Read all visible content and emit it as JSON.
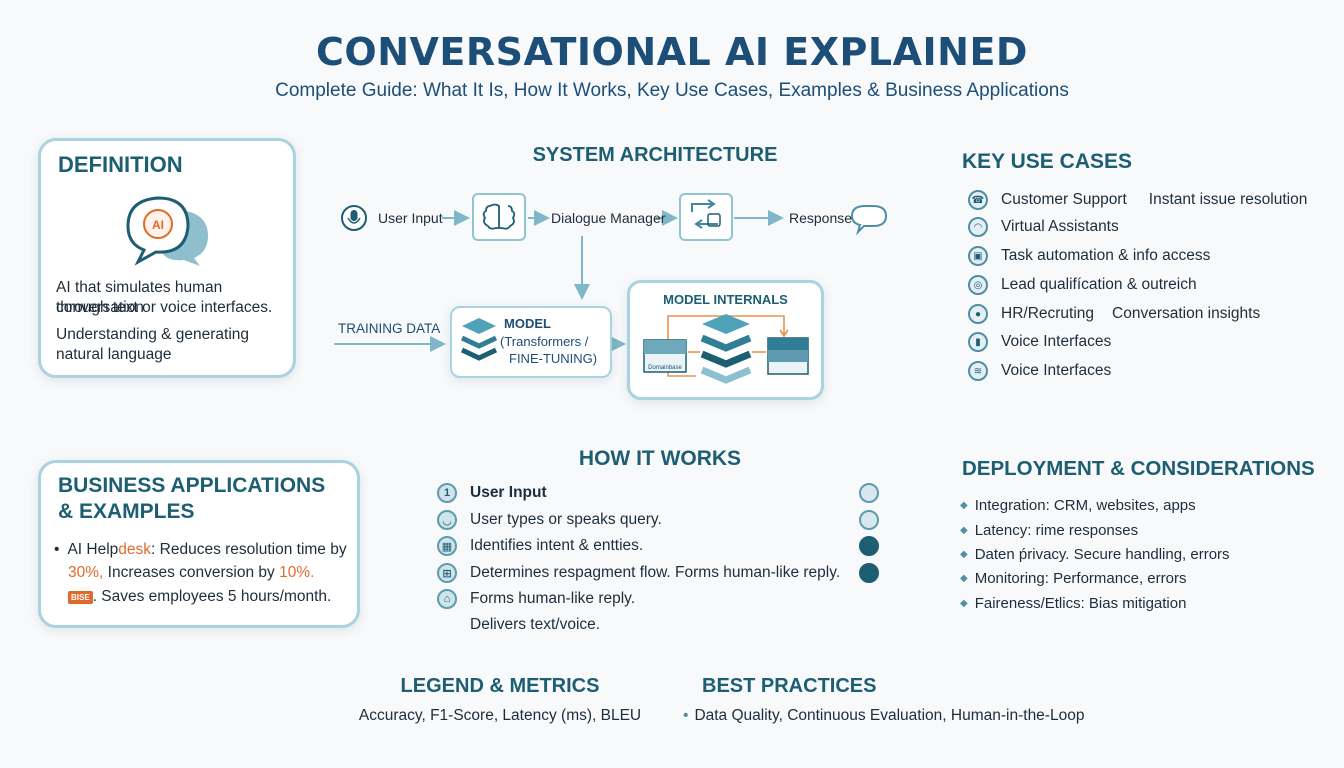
{
  "header": {
    "title": "CONVERSATIONAL AI EXPLAINED",
    "subtitle": "Complete Guide: What It Is, How It Works, Key Use Cases, Examples & Business Applications"
  },
  "definition": {
    "title": "DEFINITION",
    "icon_label": "AI",
    "line1": "AI that simulates human conversation",
    "line2": "through text or voice interfaces.",
    "line3": "Understanding & generating",
    "line4": "natural language"
  },
  "architecture": {
    "title": "SYSTEM ARCHITECTURE",
    "user_input": "User Input",
    "dialogue_manager": "Dialogue Manager",
    "response": "Response",
    "training_data": "TRAINING DATA",
    "model_line1": "MODEL",
    "model_line2": "(Transformers /",
    "model_line3": "FINE-TUNING)",
    "internals_title": "MODEL INTERNALS",
    "internals_box_label": "Domainbase"
  },
  "use_cases": {
    "title": "KEY USE CASES",
    "items": [
      {
        "label": "Customer Support",
        "sub": "Instant issue resolution",
        "icon": "headset-icon"
      },
      {
        "label": "Virtual Assistants",
        "sub": "",
        "icon": "headphones-icon"
      },
      {
        "label": "Task automation & info access",
        "sub": "",
        "icon": "task-icon"
      },
      {
        "label": "Lead qualifícation & outreich",
        "sub": "",
        "icon": "target-icon"
      },
      {
        "label": "HR/Recruting",
        "sub": "Conversation insights",
        "icon": "user-icon"
      },
      {
        "label": "Voice Interfaces",
        "sub": "",
        "icon": "bar-chart-icon"
      },
      {
        "label": "Voice Interfaces",
        "sub": "",
        "icon": "sound-wave-icon"
      }
    ]
  },
  "business": {
    "title_line1": "BUSINESS APPLICATIONS",
    "title_line2": "& EXAMPLES",
    "bullet": "•",
    "line1_pre": "AI Help",
    "line1_hl": "desk",
    "line1_post": ": Reduces resolution time by",
    "line2_hl1": "30%,",
    "line2_mid": " Increases conversion by ",
    "line2_hl2": "10%.",
    "badge": "BISE",
    "line3": ". Saves employees 5 hours/month."
  },
  "how_it_works": {
    "title": "HOW IT WORKS",
    "step1_num": "1",
    "items": [
      {
        "text": "User Input",
        "bold": true,
        "icon": "step-1-icon"
      },
      {
        "text": "User types or speaks query.",
        "bold": false,
        "icon": "speech-icon"
      },
      {
        "text": "Identifies intent & entties.",
        "bold": false,
        "icon": "grid-icon"
      },
      {
        "text": "Determines respagment flow. Forms human-like reply.",
        "bold": false,
        "icon": "flow-icon"
      },
      {
        "text": "Forms human-like reply.",
        "bold": false,
        "icon": "lock-icon"
      },
      {
        "text": "Delivers text/voice.",
        "bold": false,
        "icon": ""
      }
    ]
  },
  "deployment": {
    "title": "DEPLOYMENT & CONSIDERATIONS",
    "items": [
      "Integration: CRM, websites, apps",
      "Latency: rime responses",
      "Daten ṕrivacy. Secure handling, errors",
      "Monitoring: Performance, errors",
      "Faireness/Etlics: Bias mitigation"
    ]
  },
  "legend": {
    "title": "LEGEND & METRICS",
    "text": "Accuracy, F1-Score, Latency (ms), BLEU"
  },
  "best_practices": {
    "title": "BEST PRACTICES",
    "bullet": "•",
    "text": "Data Quality, Continuous Evaluation, Human-in-the-Loop"
  }
}
